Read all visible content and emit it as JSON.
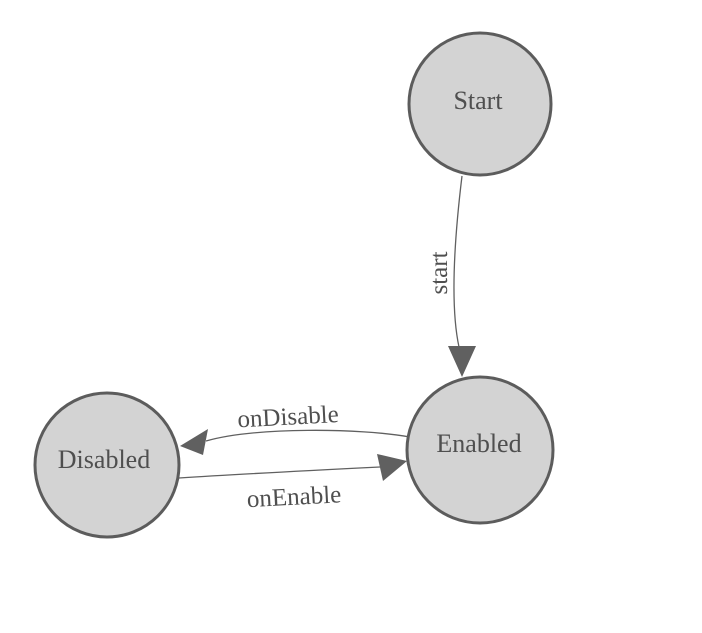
{
  "diagram": {
    "type": "state-machine",
    "colors": {
      "background": "#ffffff",
      "node-fill": "#d3d3d3",
      "node-stroke": "#5c5c5c",
      "edge-line": "#606060",
      "label-text": "#4f4f4f"
    },
    "nodes": [
      {
        "id": "start",
        "label": "Start"
      },
      {
        "id": "enabled",
        "label": "Enabled"
      },
      {
        "id": "disabled",
        "label": "Disabled"
      }
    ],
    "edges": [
      {
        "from": "start",
        "to": "enabled",
        "label": "start"
      },
      {
        "from": "enabled",
        "to": "disabled",
        "label": "onDisable"
      },
      {
        "from": "disabled",
        "to": "enabled",
        "label": "onEnable"
      }
    ]
  }
}
